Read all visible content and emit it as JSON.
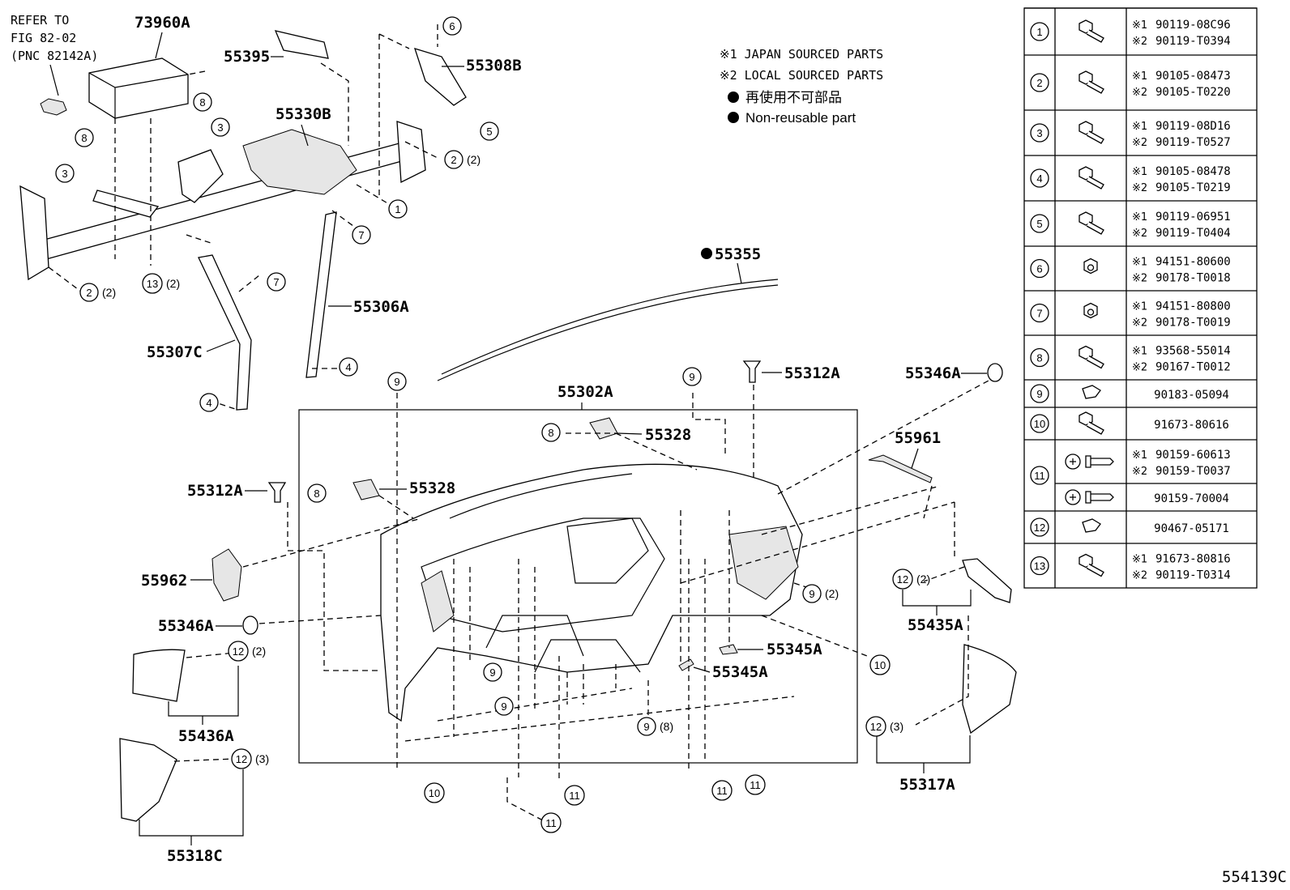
{
  "refer": [
    "REFER TO",
    "FIG 82-02",
    "(PNC 82142A)"
  ],
  "legend": {
    "l1": "※1 JAPAN SOURCED PARTS",
    "l2": "※2 LOCAL SOURCED PARTS",
    "l3": "再使用不可部品",
    "l4": "Non-reusable part"
  },
  "part_labels": {
    "p73960A": "73960A",
    "p55395": "55395",
    "p55308B": "55308B",
    "p55330B": "55330B",
    "p55306A": "55306A",
    "p55307C": "55307C",
    "p55355": "55355",
    "p55312A_top": "55312A",
    "p55346A_top": "55346A",
    "p55302A": "55302A",
    "p55328_top": "55328",
    "p55961": "55961",
    "p55312A_left": "55312A",
    "p55328_left": "55328",
    "p55962": "55962",
    "p55346A_left": "55346A",
    "p55345A_a": "55345A",
    "p55345A_b": "55345A",
    "p55435A": "55435A",
    "p55436A": "55436A",
    "p55317A": "55317A",
    "p55318C": "55318C"
  },
  "qty": {
    "q2": "(2)",
    "q3": "(3)",
    "q8": "(8)"
  },
  "callouts": [
    "1",
    "2",
    "3",
    "4",
    "5",
    "6",
    "7",
    "8",
    "9",
    "10",
    "11",
    "12",
    "13"
  ],
  "table": {
    "rows": [
      {
        "num": "1",
        "parts": [
          {
            "mark": "※1",
            "code": "90119-08C96"
          },
          {
            "mark": "※2",
            "code": "90119-T0394"
          }
        ]
      },
      {
        "num": "2",
        "parts": [
          {
            "mark": "※1",
            "code": "90105-08473"
          },
          {
            "mark": "※2",
            "code": "90105-T0220"
          }
        ]
      },
      {
        "num": "3",
        "parts": [
          {
            "mark": "※1",
            "code": "90119-08D16"
          },
          {
            "mark": "※2",
            "code": "90119-T0527"
          }
        ]
      },
      {
        "num": "4",
        "parts": [
          {
            "mark": "※1",
            "code": "90105-08478"
          },
          {
            "mark": "※2",
            "code": "90105-T0219"
          }
        ]
      },
      {
        "num": "5",
        "parts": [
          {
            "mark": "※1",
            "code": "90119-06951"
          },
          {
            "mark": "※2",
            "code": "90119-T0404"
          }
        ]
      },
      {
        "num": "6",
        "parts": [
          {
            "mark": "※1",
            "code": "94151-80600"
          },
          {
            "mark": "※2",
            "code": "90178-T0018"
          }
        ]
      },
      {
        "num": "7",
        "parts": [
          {
            "mark": "※1",
            "code": "94151-80800"
          },
          {
            "mark": "※2",
            "code": "90178-T0019"
          }
        ]
      },
      {
        "num": "8",
        "parts": [
          {
            "mark": "※1",
            "code": "93568-55014"
          },
          {
            "mark": "※2",
            "code": "90167-T0012"
          }
        ]
      },
      {
        "num": "9",
        "parts": [
          {
            "mark": "",
            "code": "90183-05094"
          }
        ]
      },
      {
        "num": "10",
        "parts": [
          {
            "mark": "",
            "code": "91673-80616"
          }
        ]
      },
      {
        "num": "11",
        "parts": [
          {
            "mark": "※1",
            "code": "90159-60613"
          },
          {
            "mark": "※2",
            "code": "90159-T0037"
          }
        ]
      },
      {
        "num": "",
        "parts": [
          {
            "mark": "",
            "code": "90159-70004"
          }
        ]
      },
      {
        "num": "12",
        "parts": [
          {
            "mark": "",
            "code": "90467-05171"
          }
        ]
      },
      {
        "num": "13",
        "parts": [
          {
            "mark": "※1",
            "code": "91673-80816"
          },
          {
            "mark": "※2",
            "code": "90119-T0314"
          }
        ]
      }
    ]
  },
  "figure_code": "554139C",
  "icons": {
    "bolt": "hex-bolt-icon",
    "nut": "nut-icon",
    "clip": "clip-icon",
    "screw": "screw-icon",
    "dot": "non-reusable-dot-icon"
  }
}
